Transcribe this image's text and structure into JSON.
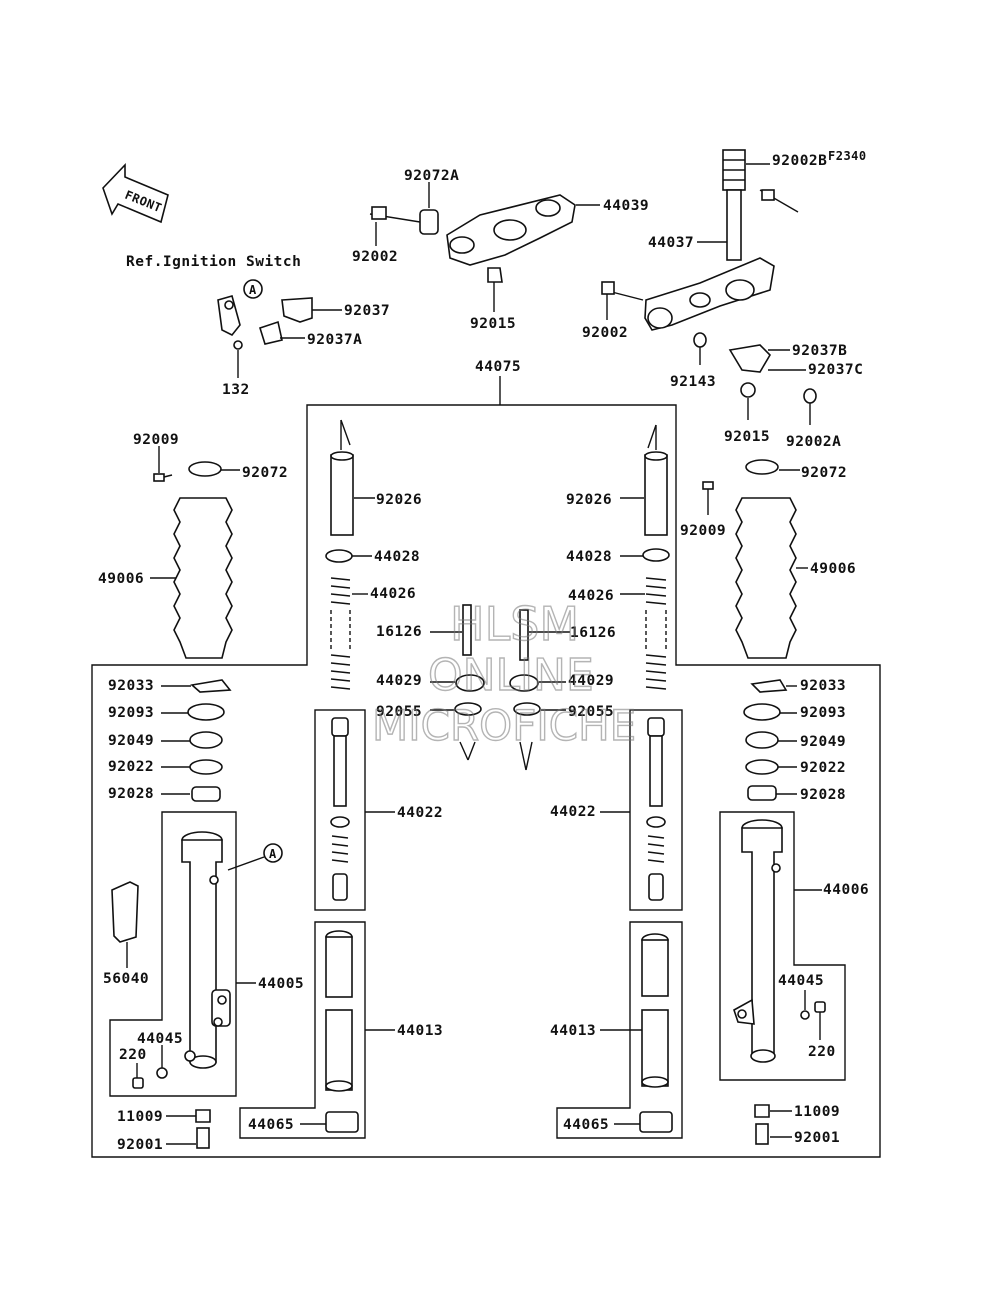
{
  "figure_code": "F2340",
  "front_arrow": "FRONT",
  "ref_note": "Ref.Ignition Switch",
  "callout_marker": "A",
  "watermark": {
    "line1": "HLSM",
    "line2": "ONLINE",
    "line3": "MICROFICHE"
  },
  "assembly_label": "44075",
  "labels": {
    "p92072A": "92072A",
    "p44039": "44039",
    "p92002_top": "92002",
    "p92015_top": "92015",
    "p92002B": "92002B",
    "p44037": "44037",
    "p92002_right": "92002",
    "p92037B": "92037B",
    "p92143": "92143",
    "p92037C": "92037C",
    "p92015_right": "92015",
    "p92002A": "92002A",
    "p92037": "92037",
    "p92037A": "92037A",
    "p132": "132",
    "p92009_l": "92009",
    "p92072_l": "92072",
    "p92026_l": "92026",
    "p92026_r": "92026",
    "p92072_r": "92072",
    "p92009_r": "92009",
    "p44028_l": "44028",
    "p44028_r": "44028",
    "p49006_l": "49006",
    "p49006_r": "49006",
    "p44026_l": "44026",
    "p44026_r": "44026",
    "p16126_l": "16126",
    "p16126_r": "16126",
    "p44029_l": "44029",
    "p44029_r": "44029",
    "p92055_l": "92055",
    "p92055_r": "92055",
    "p92033_l": "92033",
    "p92033_r": "92033",
    "p92093_l": "92093",
    "p92093_r": "92093",
    "p92049_l": "92049",
    "p92049_r": "92049",
    "p92022_l": "92022",
    "p92022_r": "92022",
    "p92028_l": "92028",
    "p92028_r": "92028",
    "p44022_l": "44022",
    "p44022_r": "44022",
    "p44006": "44006",
    "p56040": "56040",
    "p44005": "44005",
    "p44013_l": "44013",
    "p44013_r": "44013",
    "p44045_l": "44045",
    "p44045_r": "44045",
    "p220_l": "220",
    "p220_r": "220",
    "p11009_l": "11009",
    "p11009_r": "11009",
    "p92001_l": "92001",
    "p92001_r": "92001",
    "p44065_l": "44065",
    "p44065_r": "44065"
  }
}
